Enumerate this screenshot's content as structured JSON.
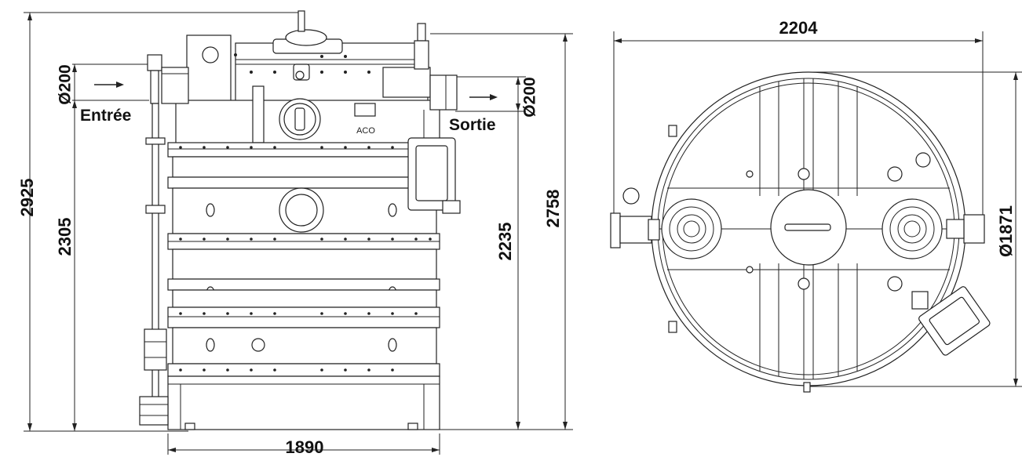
{
  "side_view": {
    "dim_overall_height": "2925",
    "dim_inlet_height": "2305",
    "dim_outlet_height": "2235",
    "dim_cover_height": "2758",
    "dim_width": "1890",
    "inlet_diameter": "Ø200",
    "outlet_diameter": "Ø200",
    "inlet_label": "Entrée",
    "outlet_label": "Sortie",
    "brand": "ACO"
  },
  "top_view": {
    "dim_width": "2204",
    "dim_diameter": "Ø1871"
  }
}
